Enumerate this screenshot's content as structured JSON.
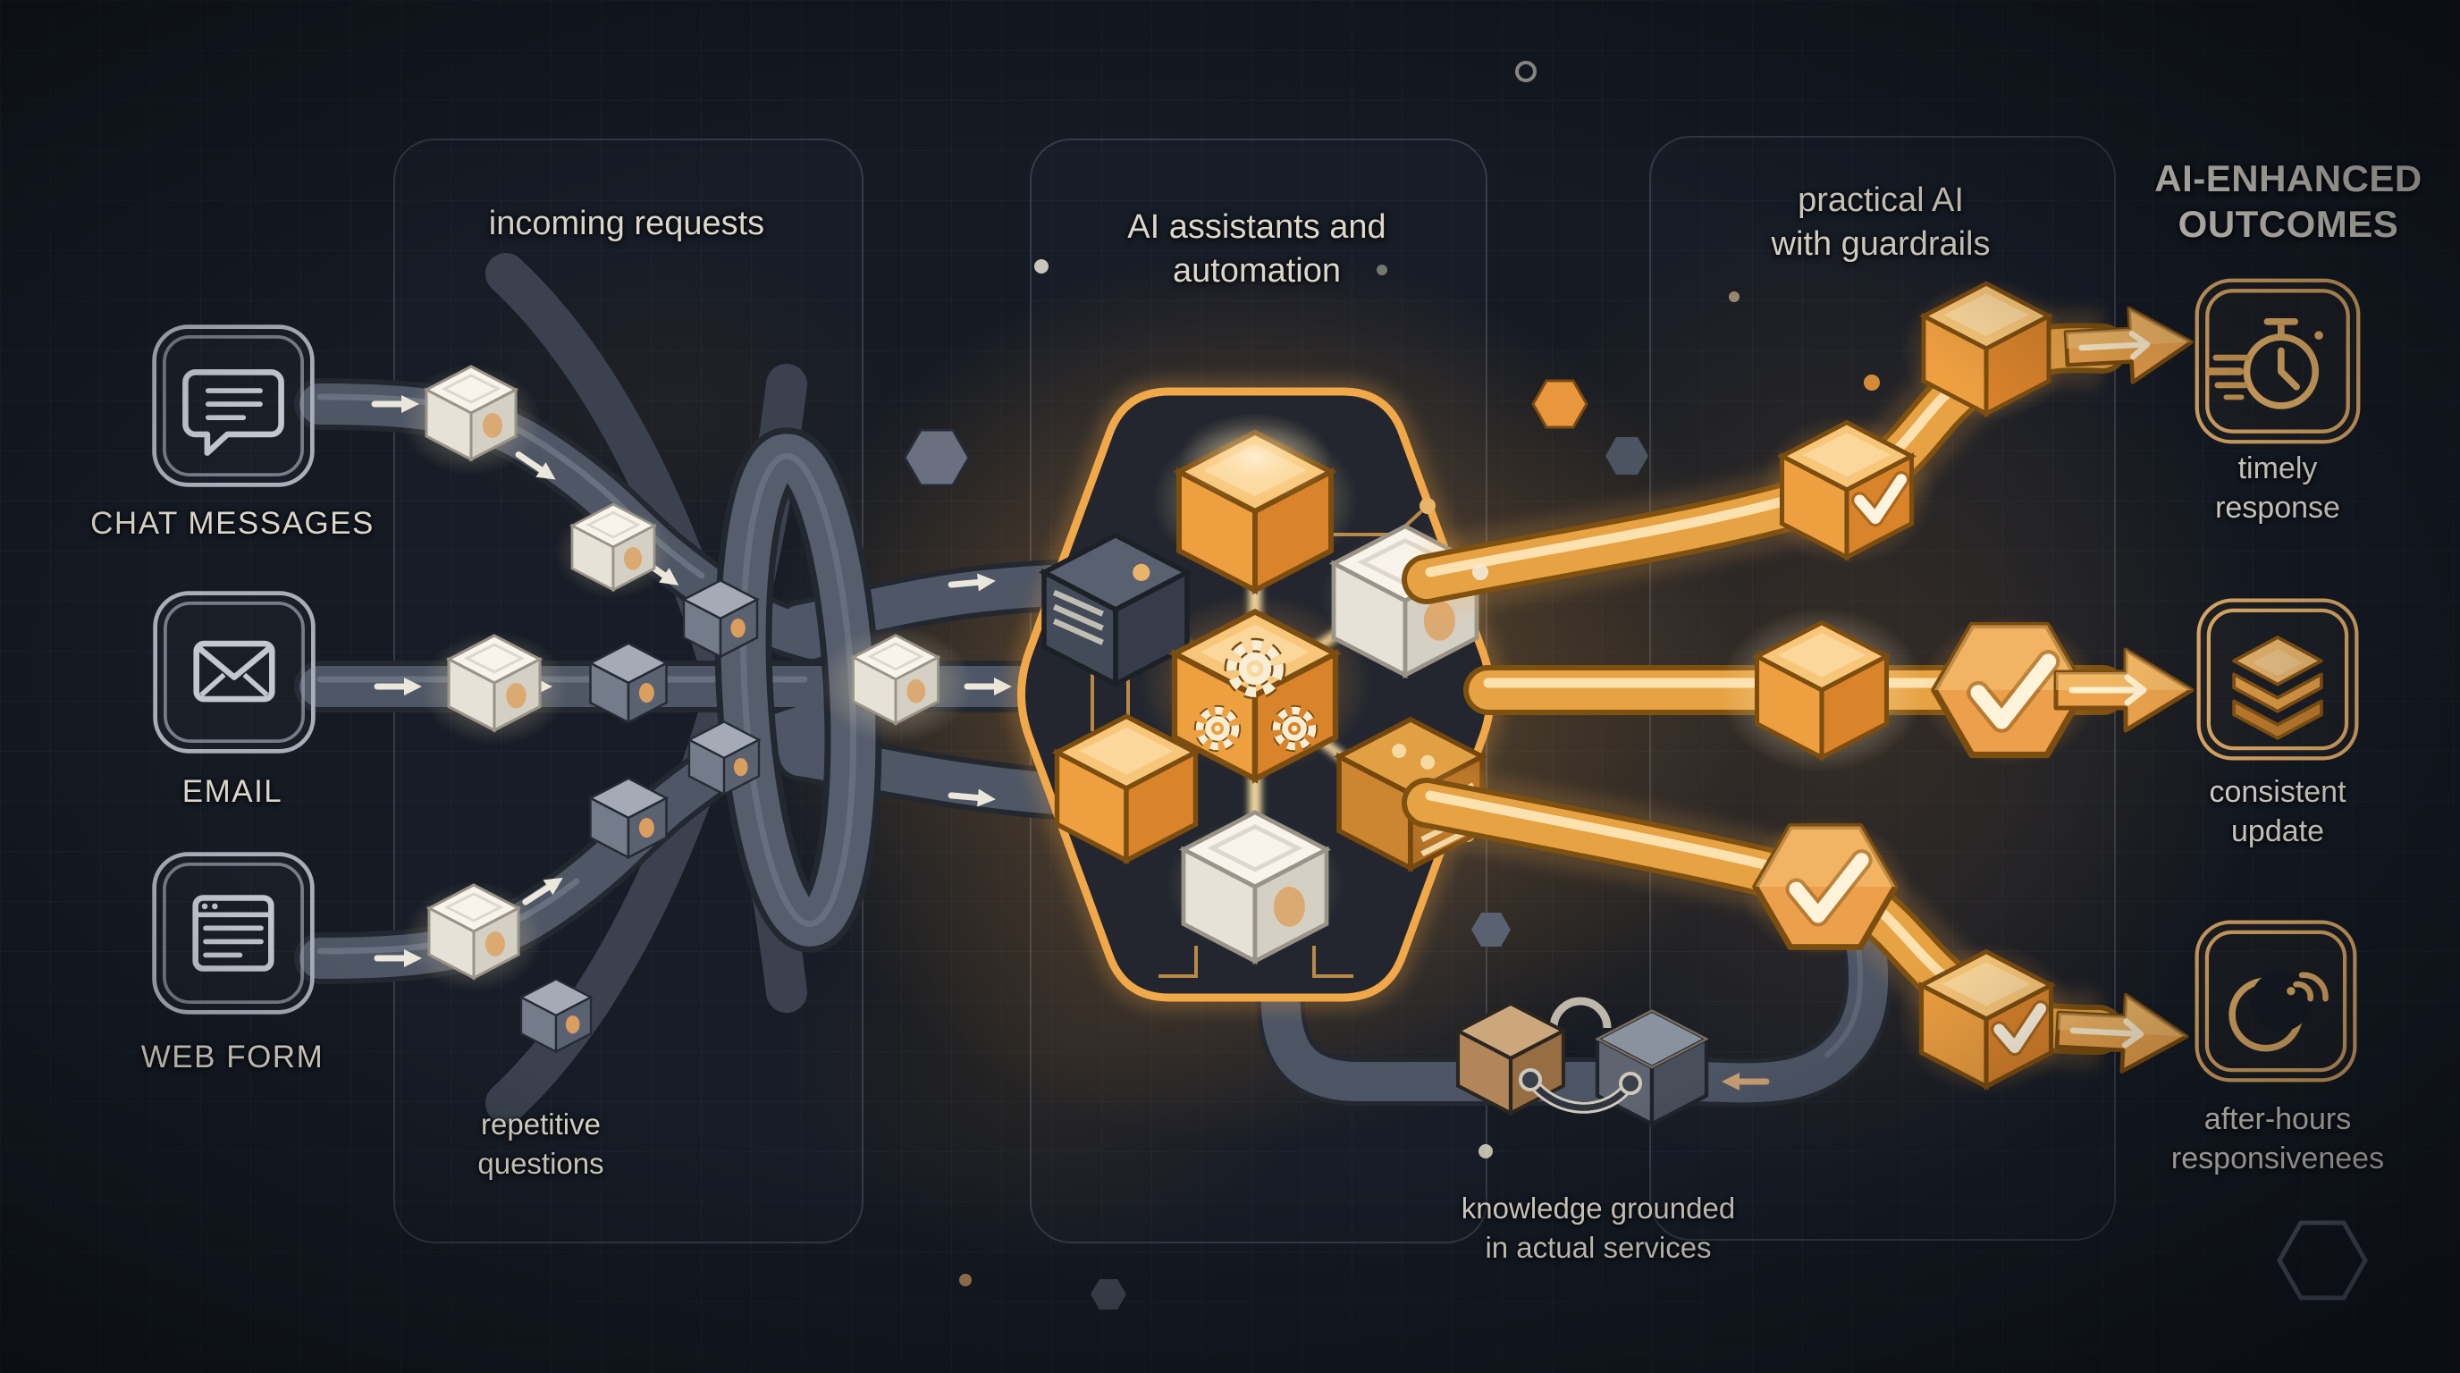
{
  "panels": {
    "incoming": {
      "title": "incoming requests"
    },
    "assistants": {
      "title_line1": "AI assistants and",
      "title_line2": "automation"
    },
    "guardrails": {
      "title_line1": "practical AI",
      "title_line2": "with guardrails"
    }
  },
  "sources": [
    {
      "label": "CHAT MESSAGES",
      "icon": "chat-bubble-icon"
    },
    {
      "label": "EMAIL",
      "icon": "envelope-icon"
    },
    {
      "label": "WEB FORM",
      "icon": "browser-form-icon"
    }
  ],
  "captions": {
    "repetitive_line1": "repetitive",
    "repetitive_line2": "questions",
    "knowledge_line1": "knowledge grounded",
    "knowledge_line2": "in actual services"
  },
  "outcomes": {
    "title_line1": "AI-ENHANCED",
    "title_line2": "OUTCOMES",
    "items": [
      {
        "line1": "timely",
        "line2": "response",
        "icon": "stopwatch-speed-icon"
      },
      {
        "line1": "consistent",
        "line2": "update",
        "icon": "layer-stack-icon"
      },
      {
        "line1": "after-hours",
        "line2": "responsivenees",
        "icon": "moon-signal-icon"
      }
    ]
  },
  "colors": {
    "background": "#151a23",
    "accent_orange": "#e8a647",
    "pipe_gray": "#4f5665",
    "text_light": "#dcd7cb"
  }
}
